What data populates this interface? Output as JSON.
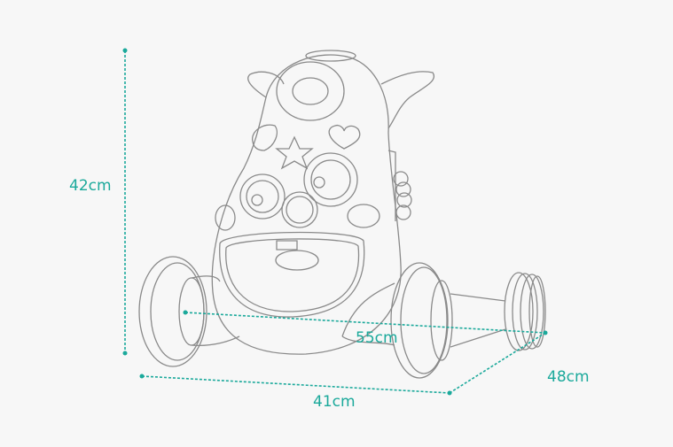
{
  "colors": {
    "accent": "#1ba99b",
    "outline": "#8a8a8a",
    "background": "#f7f7f7"
  },
  "dimensions": {
    "height": "42cm",
    "width": "41cm",
    "length": "55cm",
    "depth": "48cm"
  }
}
